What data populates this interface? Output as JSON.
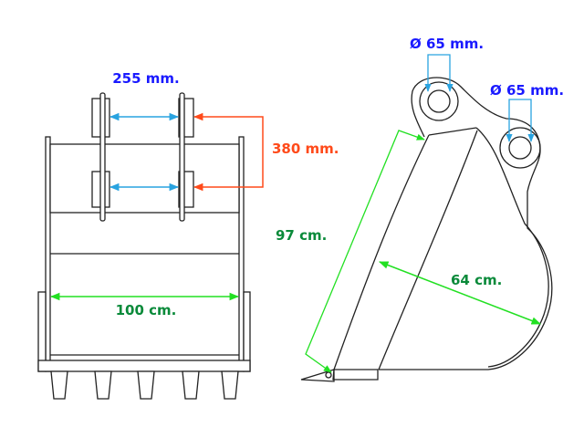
{
  "front_view": {
    "pin_spacing_label": "255 mm.",
    "pin_height_label": "380 mm.",
    "width_label": "100 cm."
  },
  "side_view": {
    "depth_label": "97 cm.",
    "opening_label": "64 cm.",
    "pin1_diameter_label": "Ø 65 mm.",
    "pin2_diameter_label": "Ø 65 mm."
  },
  "colors": {
    "blue_text": "#1a1aff",
    "cyan_arrow": "#29a3e0",
    "orange": "#ff4a1a",
    "green_line": "#22e022",
    "green_text": "#0a8a3a",
    "outline": "#222222"
  }
}
